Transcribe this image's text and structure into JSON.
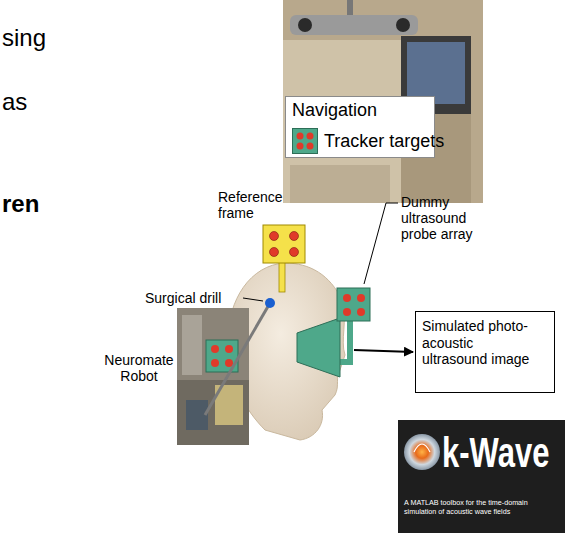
{
  "diagram": {
    "nodes": [
      {
        "text": [
          "Navigation"
        ]
      },
      {
        "text": [
          "Simulated photo-acoustic ultrasound image"
        ]
      },
      {
        "text": [
          "k-Wave",
          "A MATLAB toolbox for the time-domain simulation of acoustic wave fields"
        ]
      }
    ],
    "labels": [
      "sing",
      "as",
      "ren",
      "Reference frame",
      "Dummy ultrasound probe array",
      "Surgical drill",
      "Neuromate Robot"
    ],
    "legend": [
      {
        "text": "Tracker targets"
      }
    ]
  }
}
